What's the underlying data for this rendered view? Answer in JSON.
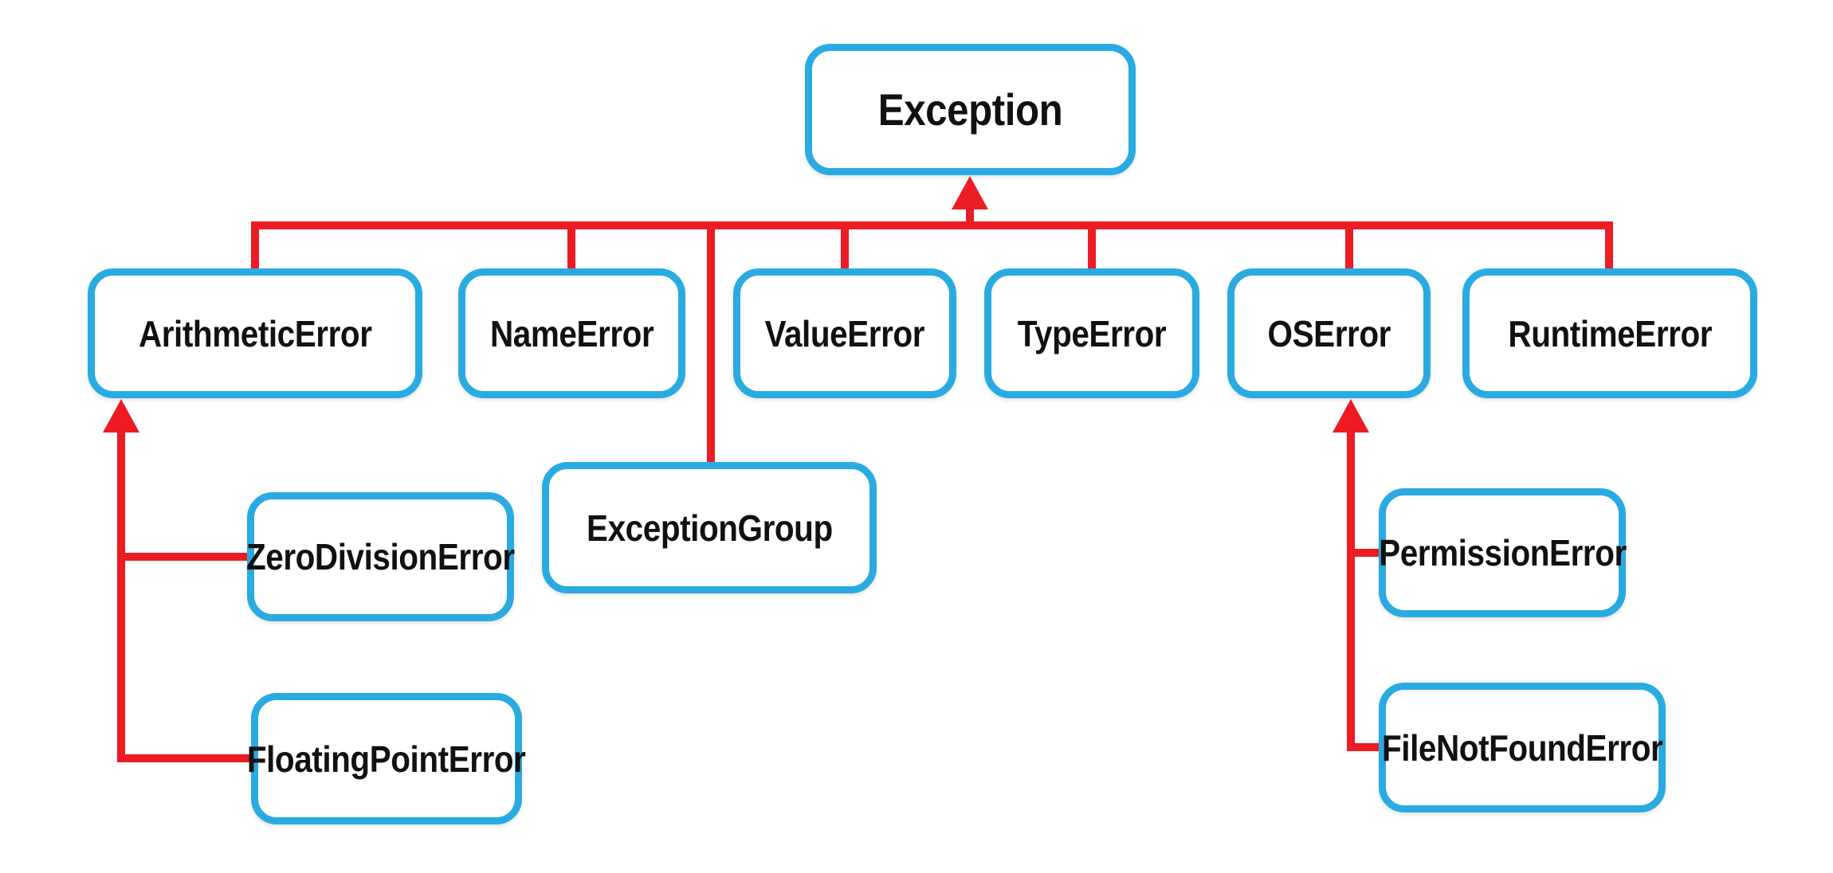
{
  "colors": {
    "box_border": "#29abe2",
    "connector": "#ec1c24",
    "text": "#111111",
    "background": "#ffffff"
  },
  "nodes": {
    "exception": {
      "label": "Exception"
    },
    "arithmetic_error": {
      "label": "ArithmeticError"
    },
    "name_error": {
      "label": "NameError"
    },
    "value_error": {
      "label": "ValueError"
    },
    "type_error": {
      "label": "TypeError"
    },
    "os_error": {
      "label": "OSError"
    },
    "runtime_error": {
      "label": "RuntimeError"
    },
    "exception_group": {
      "label": "ExceptionGroup"
    },
    "zero_division_error": {
      "label": "ZeroDivisionError"
    },
    "floating_point_error": {
      "label": "FloatingPointError"
    },
    "permission_error": {
      "label": "PermissionError"
    },
    "file_not_found_error": {
      "label": "FileNotFoundError"
    }
  },
  "hierarchy": {
    "Exception": [
      "ArithmeticError",
      "NameError",
      "ExceptionGroup",
      "ValueError",
      "TypeError",
      "OSError",
      "RuntimeError"
    ],
    "ArithmeticError": [
      "ZeroDivisionError",
      "FloatingPointError"
    ],
    "OSError": [
      "PermissionError",
      "FileNotFoundError"
    ]
  }
}
